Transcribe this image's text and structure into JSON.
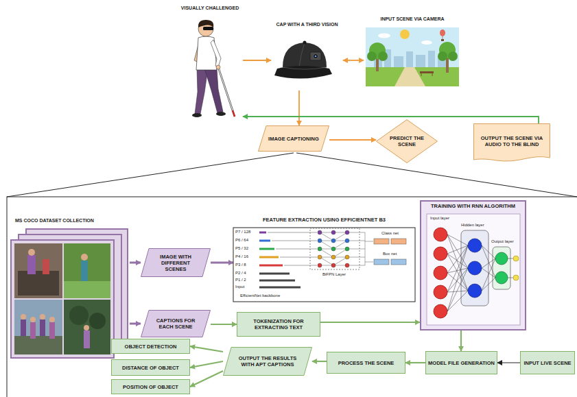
{
  "diagram": {
    "nodes": [
      {
        "text": [
          "VISUALLY CHALLENGED"
        ]
      },
      {
        "text": [
          "CAP WITH A THIRD VISION"
        ]
      },
      {
        "text": [
          "INPUT SCENE VIA CAMERA"
        ]
      },
      {
        "text": [
          "IMAGE CAPTIONING"
        ]
      },
      {
        "text": [
          "PREDICT THE SCENE"
        ]
      },
      {
        "text": [
          "OUTPUT THE SCENE VIA AUDIO TO THE BLIND"
        ]
      },
      {
        "text": [
          "MS COCO DATASET COLLECTION"
        ]
      },
      {
        "text": [
          "IMAGE WITH DIFFERENT SCENES"
        ]
      },
      {
        "text": [
          "CAPTIONS FOR EACH SCENE"
        ]
      },
      {
        "text": [
          "FEATURE EXTRACTION USING EFFICIENTNET B3"
        ]
      },
      {
        "text": [
          "TOKENIZATION FOR EXTRACTING TEXT"
        ]
      },
      {
        "text": [
          "TRAINING WITH RNN ALGORITHM"
        ]
      },
      {
        "text": [
          "MODEL FILE GENERATION"
        ]
      },
      {
        "text": [
          "INPUT LIVE SCENE"
        ]
      },
      {
        "text": [
          "PROCESS THE SCENE"
        ]
      },
      {
        "text": [
          "OUTPUT THE RESULTS WITH APT CAPTIONS"
        ]
      },
      {
        "text": [
          "OBJECT DETECTION"
        ]
      },
      {
        "text": [
          "DISTANCE OF OBJECT"
        ]
      },
      {
        "text": [
          "POSITION OF OBJECT"
        ]
      }
    ],
    "edges": [
      {
        "from": 0,
        "to": 1,
        "arrow": "to"
      },
      {
        "from": 1,
        "to": 2,
        "arrow": "both"
      },
      {
        "from": 1,
        "to": 3,
        "arrow": "to"
      },
      {
        "from": 3,
        "to": 4,
        "arrow": "to"
      },
      {
        "from": 5,
        "to": 0,
        "arrow": "to"
      },
      {
        "from": 6,
        "to": 7,
        "arrow": "to"
      },
      {
        "from": 6,
        "to": 8,
        "arrow": "to"
      },
      {
        "from": 7,
        "to": 9,
        "arrow": "to"
      },
      {
        "from": 8,
        "to": 10,
        "arrow": "to"
      },
      {
        "from": 10,
        "to": 11,
        "arrow": "to"
      },
      {
        "from": 11,
        "to": 12,
        "arrow": "to"
      },
      {
        "from": 13,
        "to": 12,
        "arrow": "to"
      },
      {
        "from": 12,
        "to": 14,
        "arrow": "to"
      },
      {
        "from": 14,
        "to": 15,
        "arrow": "to"
      },
      {
        "from": 15,
        "to": 16,
        "arrow": "to"
      },
      {
        "from": 15,
        "to": 17,
        "arrow": "to"
      },
      {
        "from": 15,
        "to": 18,
        "arrow": "to"
      }
    ],
    "labels": [
      "P7 / 128",
      "P6 / 64",
      "P5 / 32",
      "P4 / 16",
      "P3 / 8",
      "P2 / 4",
      "P1 / 2",
      "Input",
      "EfficientNet backbone",
      "BiFPN Layer",
      "Class net",
      "Box net",
      "Input layer",
      "Hidden layer",
      "Output layer"
    ]
  }
}
